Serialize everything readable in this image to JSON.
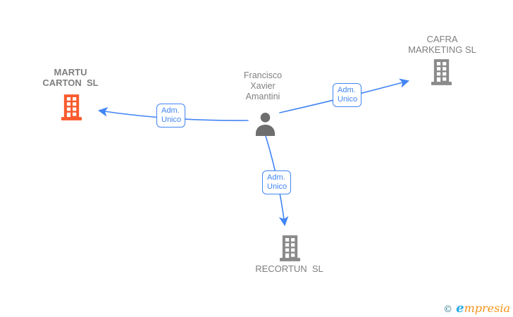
{
  "person": {
    "name_line1": "Francisco",
    "name_line2": "Xavier",
    "name_line3": "Amantini"
  },
  "companies": {
    "martu": {
      "name_line1": "MARTU",
      "name_line2": "CARTON  SL"
    },
    "cafra": {
      "name_line1": "CAFRA",
      "name_line2": "MARKETING SL"
    },
    "recortun": {
      "name_line1": "RECORTUN  SL"
    }
  },
  "edges": {
    "to_martu": {
      "label_line1": "Adm.",
      "label_line2": "Unico"
    },
    "to_cafra": {
      "label_line1": "Adm.",
      "label_line2": "Unico"
    },
    "to_recortun": {
      "label_line1": "Adm.",
      "label_line2": "Unico"
    }
  },
  "colors": {
    "edge_blue": "#4285F4",
    "building_gray": "#8a8a8a",
    "building_highlight_orange": "#FA5B2D",
    "person_gray": "#6e6e6e",
    "label_gray": "#7f7f7f"
  },
  "footer": {
    "copyright_symbol": "©",
    "brand_initial": "e",
    "brand_rest": "mpresia"
  }
}
